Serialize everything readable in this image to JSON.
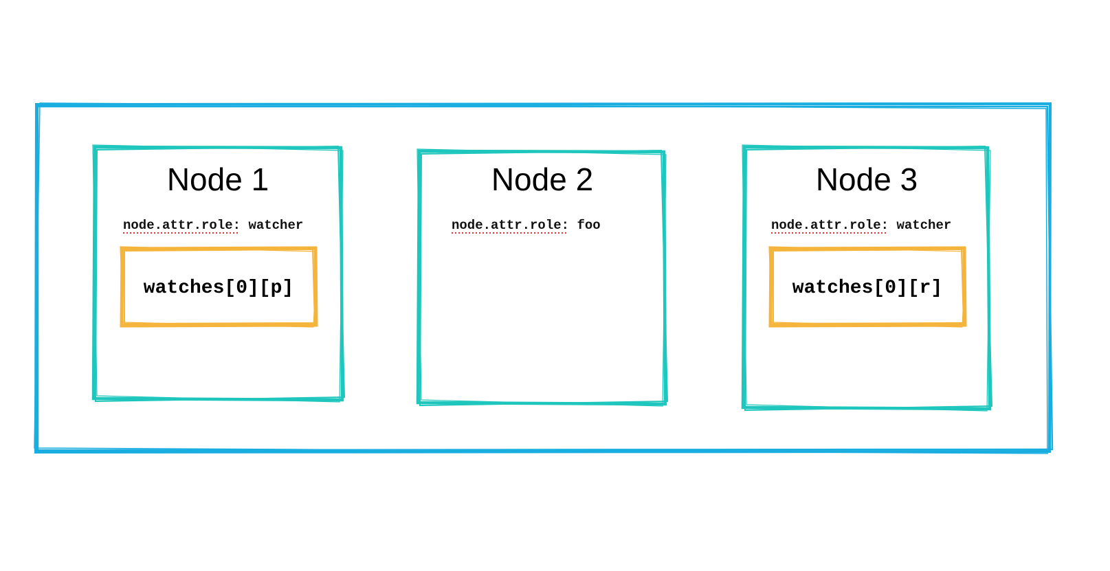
{
  "colors": {
    "cluster_border": "#1aaee0",
    "node_border": "#1fc6bd",
    "watch_border": "#f5b43b",
    "spellcheck_underline": "#e0332f"
  },
  "nodes": [
    {
      "title": "Node 1",
      "role_key": "node.attr.role",
      "role_sep": ": ",
      "role_value": "watcher",
      "watch": "watches[0][p]"
    },
    {
      "title": "Node 2",
      "role_key": "node.attr.role",
      "role_sep": ": ",
      "role_value": "foo",
      "watch": ""
    },
    {
      "title": "Node 3",
      "role_key": "node.attr.role",
      "role_sep": ": ",
      "role_value": "watcher",
      "watch": "watches[0][r]"
    }
  ]
}
